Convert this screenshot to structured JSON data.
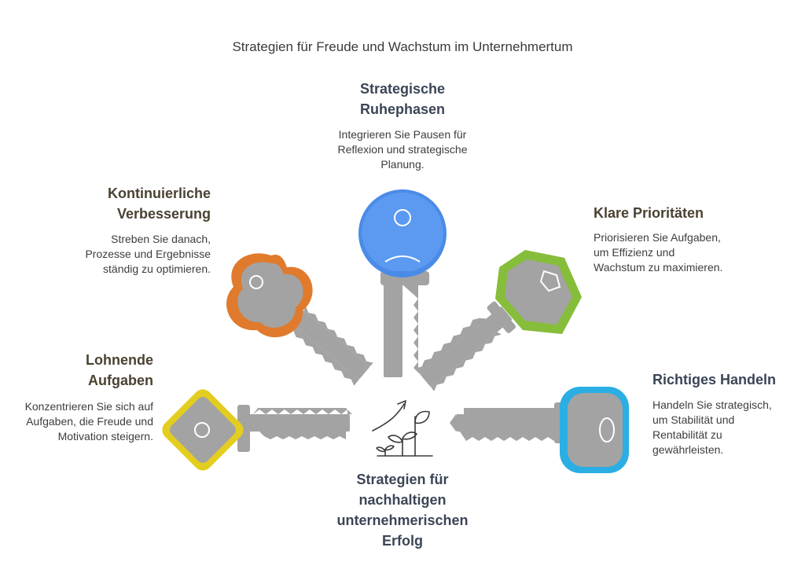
{
  "title": "Strategien für Freude und Wachstum im Unternehmertum",
  "center_label": "Strategien für nachhaltigen unternehmerischen Erfolg",
  "keys": [
    {
      "id": "lohnende-aufgaben",
      "heading": "Lohnende Aufgaben",
      "description": "Konzentrieren Sie sich auf Aufgaben, die Freude und Motivation steigern.",
      "color": "#e3cd1f"
    },
    {
      "id": "kontinuierliche-verbesserung",
      "heading": "Kontinuierliche Verbesserung",
      "description": "Streben Sie danach, Prozesse und Ergebnisse ständig zu optimieren.",
      "color": "#e07a2c"
    },
    {
      "id": "strategische-ruhephasen",
      "heading": "Strategische Ruhephasen",
      "description": "Integrieren Sie Pausen für Reflexion und strategische Planung.",
      "color": "#4a8be8"
    },
    {
      "id": "klare-prioritaeten",
      "heading": "Klare Prioritäten",
      "description": "Priorisieren Sie Aufgaben, um Effizienz und Wachstum zu maximieren.",
      "color": "#86bd3a"
    },
    {
      "id": "richtiges-handeln",
      "heading": "Richtiges Handeln",
      "description": "Handeln Sie strategisch, um Stabilität und Rentabilität zu gewährleisten.",
      "color": "#2aaee3"
    }
  ],
  "key_grey": "#a3a3a3",
  "key_outline": "#ffffff"
}
